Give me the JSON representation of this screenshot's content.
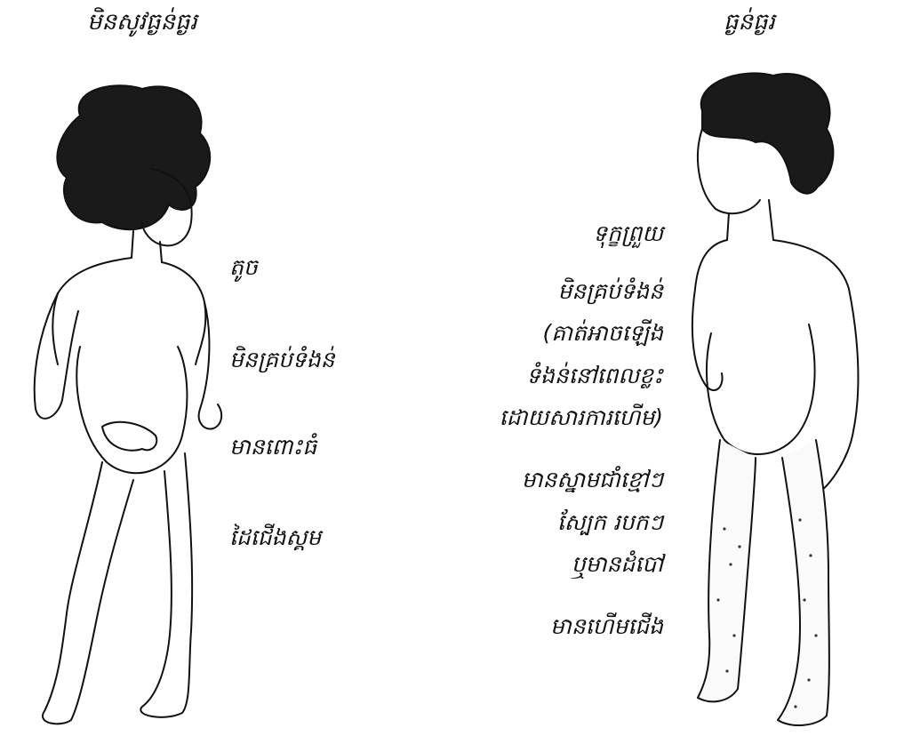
{
  "left": {
    "heading": "មិនសូវធ្ងន់ធ្ងរ",
    "labels": [
      "តូច",
      "មិនគ្រប់ទំងន់",
      "មានពោះធំ",
      "ដៃជើងស្គម"
    ]
  },
  "right": {
    "heading": "ធ្ងន់ធ្ងរ",
    "labels": [
      "ទុក្ខព្រួយ",
      "មិនគ្រប់ទំងន់",
      "(គាត់អាចឡើង",
      "ទំងន់នៅពេលខ្លះ",
      "ដោយសារការហើម)",
      "មានស្នាមជាំខ្មៅៗ",
      "ស្បែក របកៗ",
      "ឬមានដំបៅ",
      "មានហើមជើង"
    ]
  }
}
